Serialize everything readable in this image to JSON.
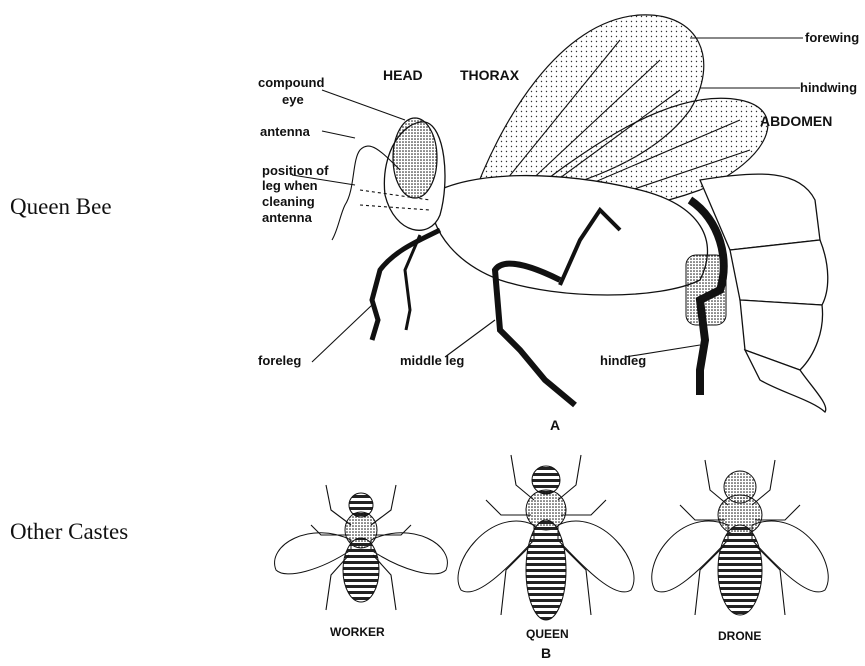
{
  "side_labels": {
    "queen_bee": "Queen Bee",
    "other_castes": "Other Castes"
  },
  "figure_a": {
    "letter": "A",
    "regions": {
      "head": "HEAD",
      "thorax": "THORAX",
      "abdomen": "ABDOMEN"
    },
    "parts": {
      "compound_eye_line1": "compound",
      "compound_eye_line2": "eye",
      "antenna": "antenna",
      "position_line1": "position of",
      "position_line2": "leg when",
      "position_line3": "cleaning",
      "position_line4": "antenna",
      "forewing": "forewing",
      "hindwing": "hindwing",
      "foreleg": "foreleg",
      "middle_leg": "middle leg",
      "hindleg": "hindleg"
    }
  },
  "figure_b": {
    "letter": "B",
    "castes": [
      "WORKER",
      "QUEEN",
      "DRONE"
    ]
  }
}
